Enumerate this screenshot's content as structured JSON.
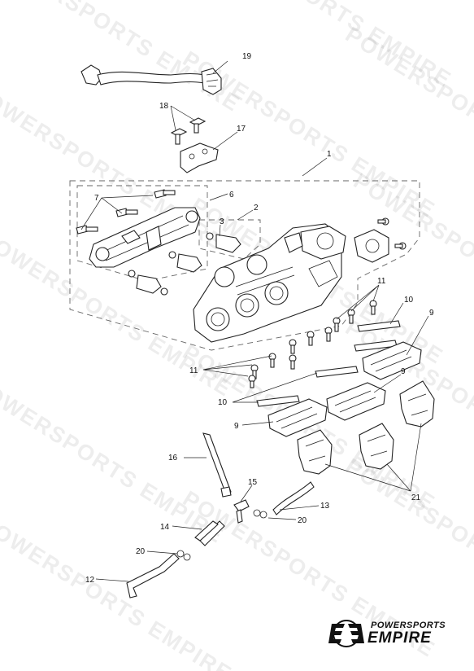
{
  "watermark": "POWERSPORTS EMPIRE",
  "callouts": {
    "c1": "1",
    "c2": "2",
    "c3": "3",
    "c6": "6",
    "c7": "7",
    "c9a": "9",
    "c9b": "9",
    "c9c": "9",
    "c10a": "10",
    "c10b": "10",
    "c11a": "11",
    "c11b": "11",
    "c12": "12",
    "c13": "13",
    "c14": "14",
    "c15": "15",
    "c16": "16",
    "c17": "17",
    "c18": "18",
    "c19": "19",
    "c20a": "20",
    "c20b": "20",
    "c21": "21"
  },
  "logo": {
    "line1": "POWERSPORTS",
    "line2": "EMPIRE"
  }
}
